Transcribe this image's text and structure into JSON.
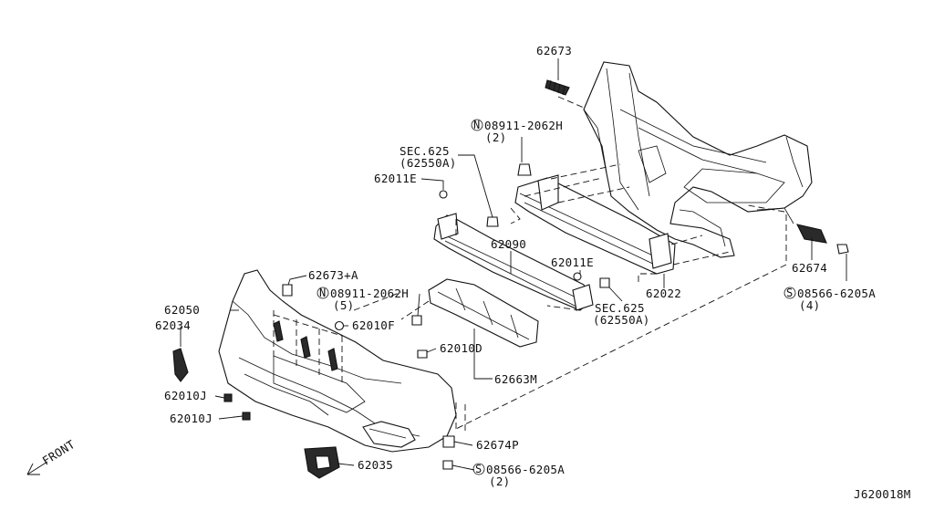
{
  "labels": {
    "p62673": "62673",
    "n_top": "08911-2062H",
    "n_top_qty": "(2)",
    "sec_top": "SEC.625",
    "sec_top_sub": "(62550A)",
    "p62011e_a": "62011E",
    "p62090": "62090",
    "p62011e_b": "62011E",
    "p62022": "62022",
    "sec_bot": "SEC.625",
    "sec_bot_sub": "(62550A)",
    "p62674": "62674",
    "s_right": "08566-6205A",
    "s_right_qty": "(4)",
    "p62673a": "62673+A",
    "n_mid": "08911-2062H",
    "n_mid_qty": "(5)",
    "p62050": "62050",
    "p62034": "62034",
    "p62010f": "62010F",
    "p62010d": "62010D",
    "p62663m": "62663M",
    "p62010j_a": "62010J",
    "p62010j_b": "62010J",
    "p62674p": "62674P",
    "p62035": "62035",
    "s_bot": "08566-6205A",
    "s_bot_qty": "(2)",
    "front": "FRONT",
    "diagram_id": "J620018M"
  },
  "symbols": {
    "n": "N",
    "s": "S"
  }
}
